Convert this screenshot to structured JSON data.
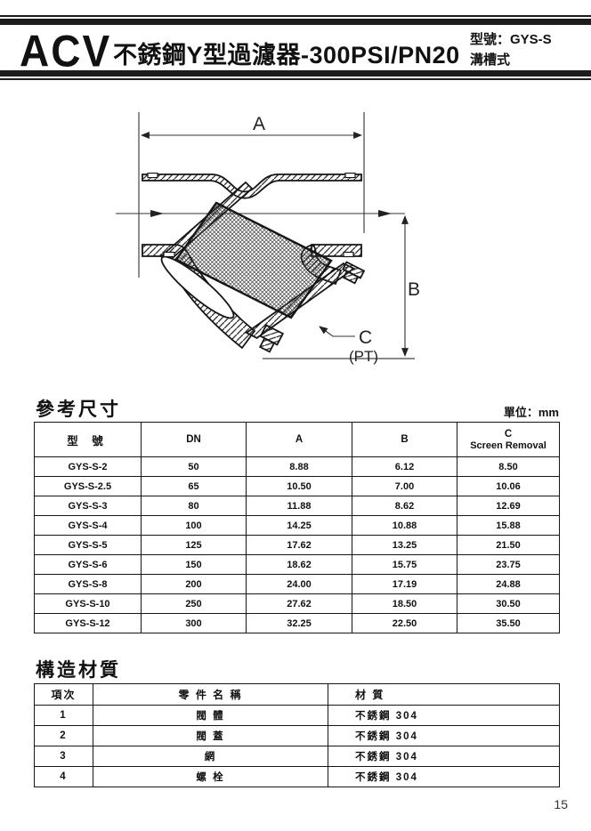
{
  "header": {
    "logo": "ACV",
    "title": "不銹鋼Y型過濾器-300PSI/PN20",
    "model_label": "型號：GYS-S",
    "type_label": "溝槽式"
  },
  "drawing": {
    "dim_a": "A",
    "dim_b": "B",
    "dim_c": "C",
    "dim_c_sub": "(PT)"
  },
  "dimensions_section": {
    "title": "參考尺寸",
    "unit": "單位：mm",
    "headers": {
      "model": "型 號",
      "dn": "DN",
      "a": "A",
      "b": "B",
      "c": "C",
      "c_sub": "Screen Removal"
    },
    "rows": [
      [
        "GYS-S-2",
        "50",
        "8.88",
        "6.12",
        "8.50"
      ],
      [
        "GYS-S-2.5",
        "65",
        "10.50",
        "7.00",
        "10.06"
      ],
      [
        "GYS-S-3",
        "80",
        "11.88",
        "8.62",
        "12.69"
      ],
      [
        "GYS-S-4",
        "100",
        "14.25",
        "10.88",
        "15.88"
      ],
      [
        "GYS-S-5",
        "125",
        "17.62",
        "13.25",
        "21.50"
      ],
      [
        "GYS-S-6",
        "150",
        "18.62",
        "15.75",
        "23.75"
      ],
      [
        "GYS-S-8",
        "200",
        "24.00",
        "17.19",
        "24.88"
      ],
      [
        "GYS-S-10",
        "250",
        "27.62",
        "18.50",
        "30.50"
      ],
      [
        "GYS-S-12",
        "300",
        "32.25",
        "22.50",
        "35.50"
      ]
    ]
  },
  "materials_section": {
    "title": "構造材質",
    "headers": {
      "item": "項次",
      "part": "零 件 名 稱",
      "material": "材 質"
    },
    "rows": [
      [
        "1",
        "閥 體",
        "不銹鋼 304"
      ],
      [
        "2",
        "閥 蓋",
        "不銹鋼 304"
      ],
      [
        "3",
        "網",
        "不銹鋼 304"
      ],
      [
        "4",
        "螺 栓",
        "不銹鋼 304"
      ]
    ]
  },
  "page": {
    "number": "15"
  }
}
